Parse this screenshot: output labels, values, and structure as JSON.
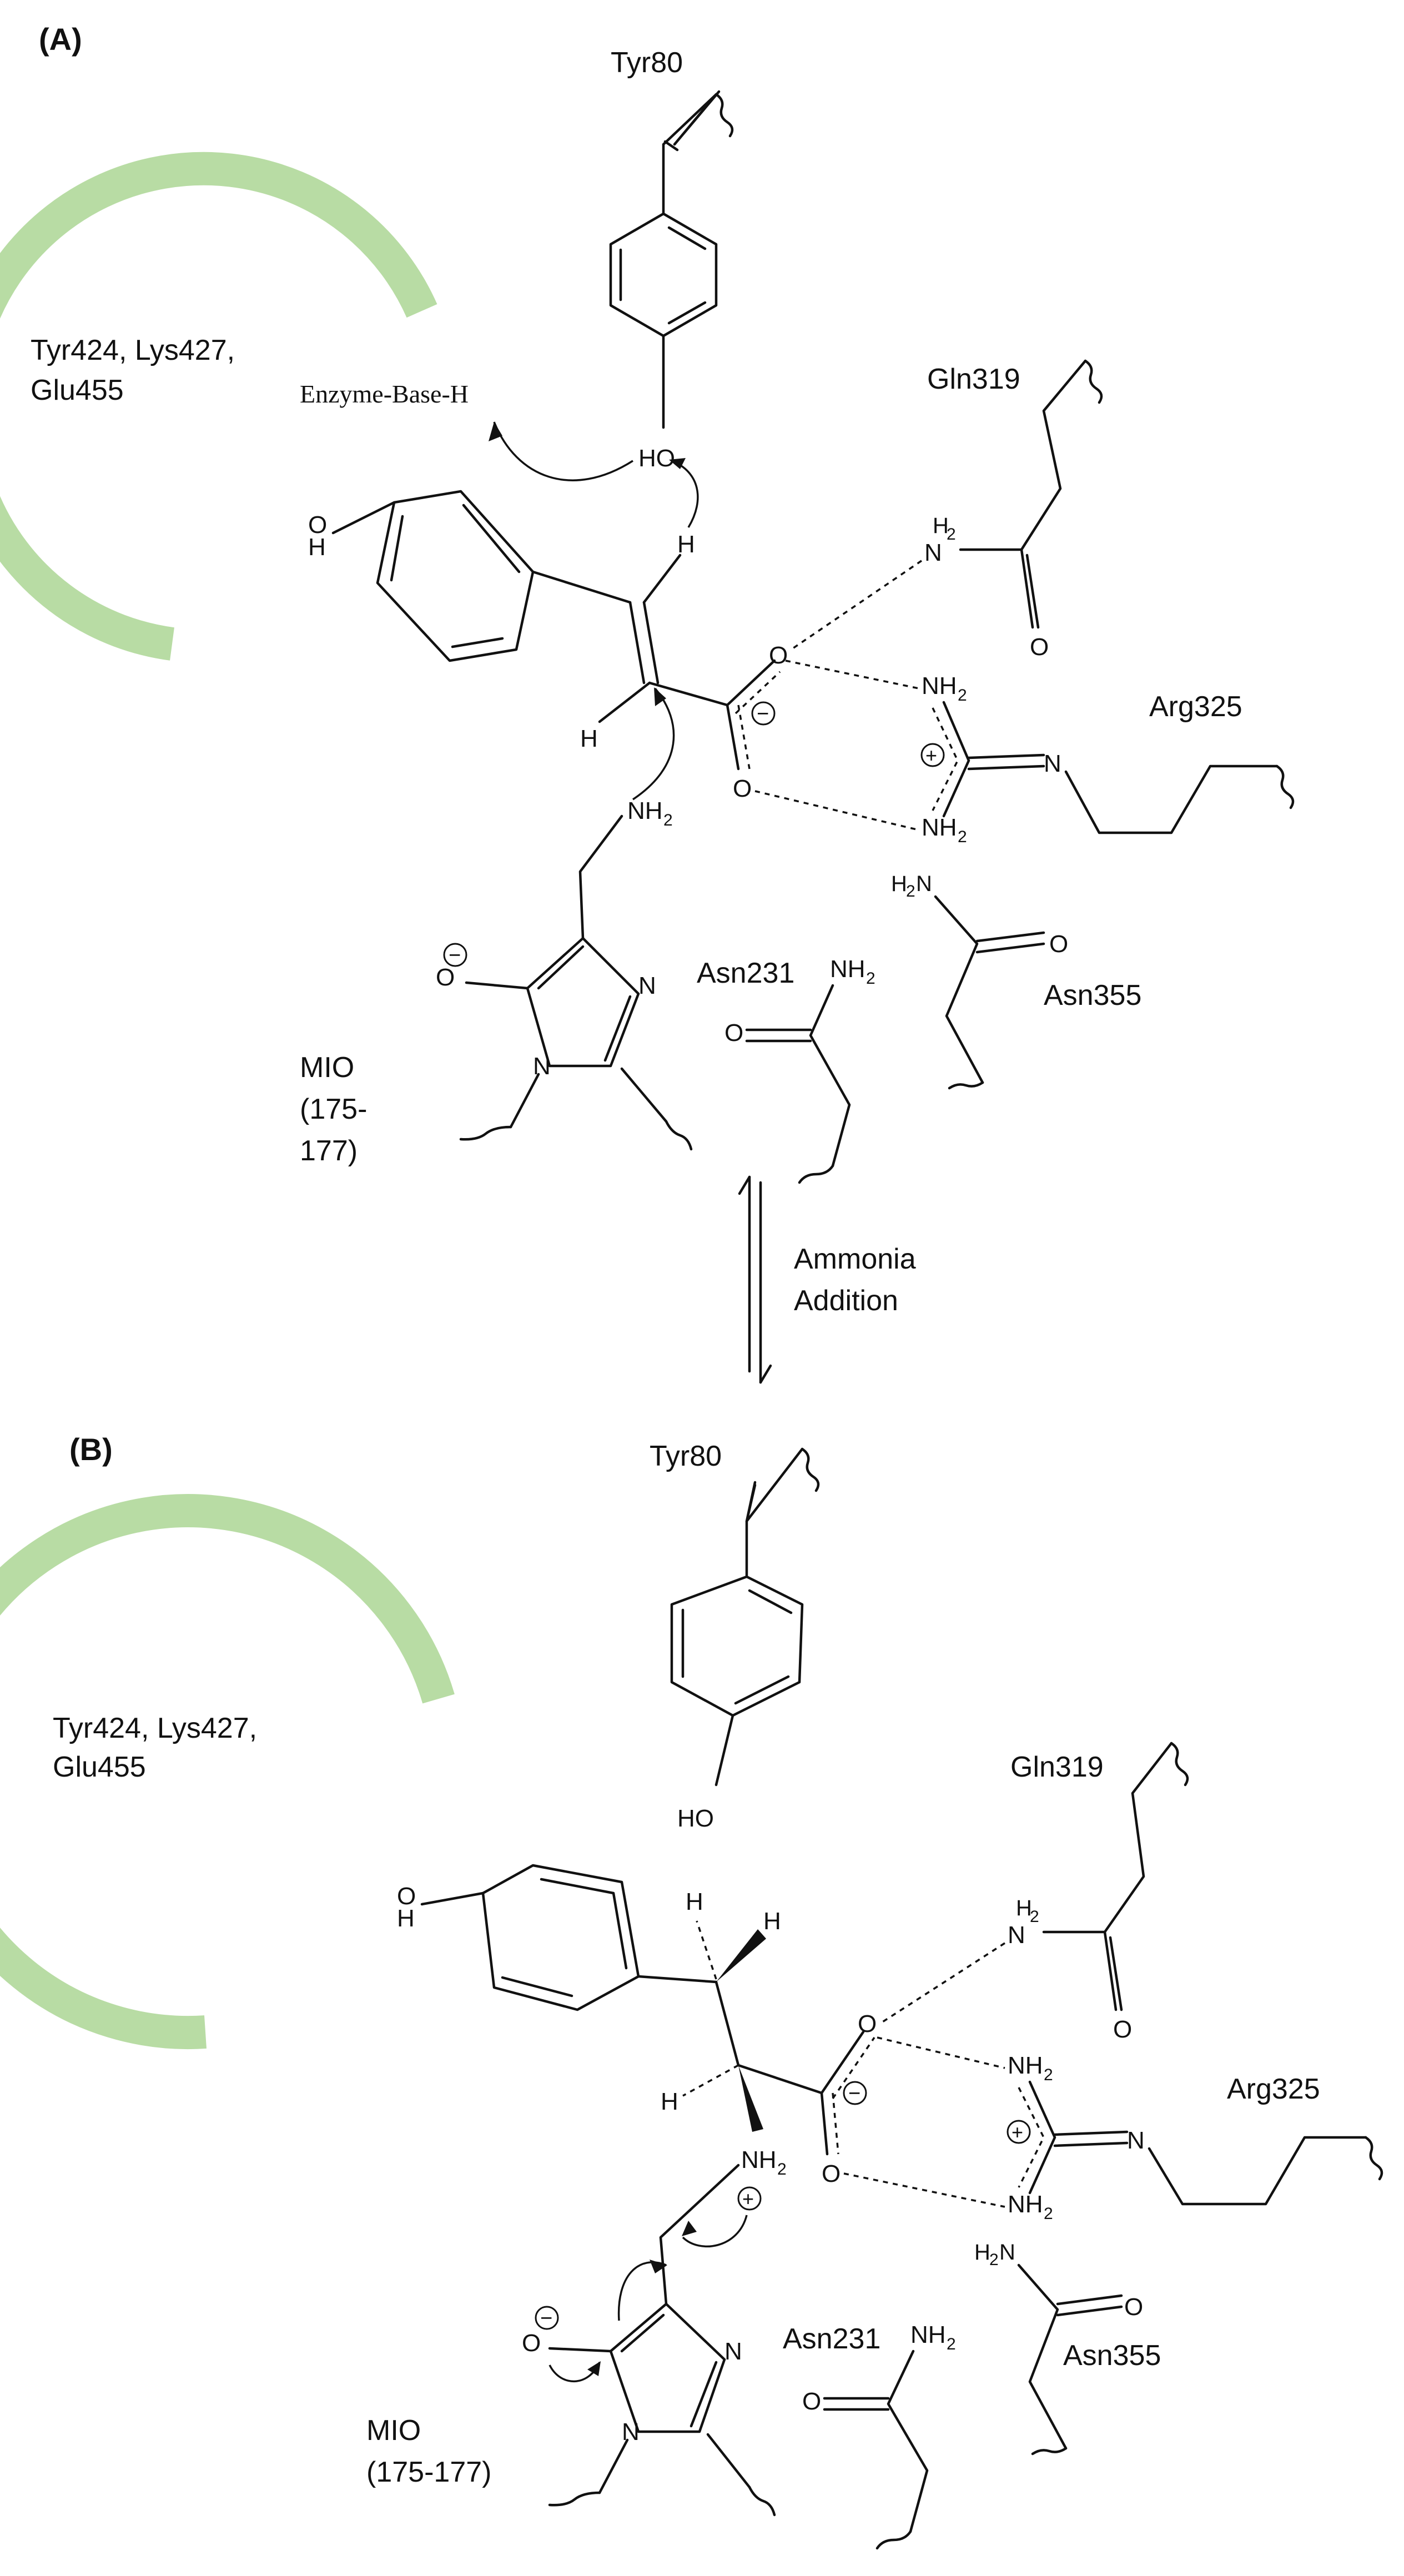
{
  "panels": {
    "a": {
      "label": "(A)",
      "region": "Tyr424, Lys427, Glu455",
      "region_lines": [
        "Tyr424, Lys427,",
        "Glu455"
      ],
      "tyr80": "Tyr80",
      "enzyme_base": "Enzyme-Base-H",
      "gln319": "Gln319",
      "arg325": "Arg325",
      "asn231": "Asn231",
      "asn355": "Asn355",
      "mio_lines": [
        "MIO",
        "(175-",
        "177)"
      ]
    },
    "b": {
      "label": "(B)",
      "region_lines": [
        "Tyr424, Lys427,",
        "Glu455"
      ],
      "tyr80": "Tyr80",
      "gln319": "Gln319",
      "arg325": "Arg325",
      "asn231": "Asn231",
      "asn355": "Asn355",
      "mio_lines": [
        "MIO",
        "(175-177)"
      ]
    }
  },
  "atoms": {
    "ho": "HO",
    "o": "O",
    "h": "H",
    "n": "N",
    "nh2": "NH",
    "h2n": "H",
    "sub2": "2",
    "plus": "+",
    "minus": "−"
  },
  "equilibrium_lines": [
    "Ammonia",
    "Addition"
  ]
}
